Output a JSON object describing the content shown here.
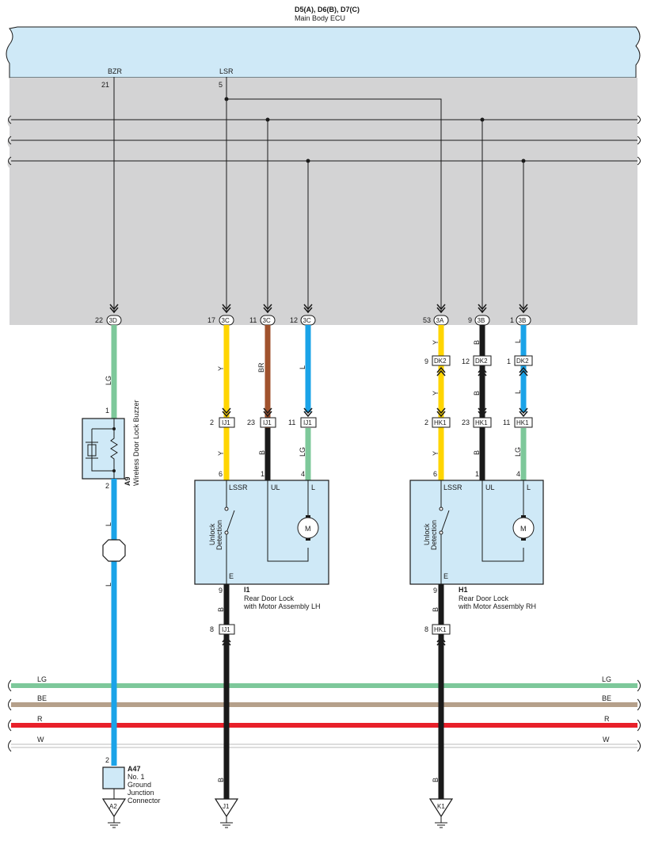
{
  "ecu": {
    "title": "D5(A), D6(B), D7(C)",
    "subtitle": "Main Body ECU",
    "pins": [
      {
        "name": "BZR",
        "num": "21"
      },
      {
        "name": "LSR",
        "num": "5"
      }
    ]
  },
  "connectors_top": [
    {
      "pin": "22",
      "conn": "3D"
    },
    {
      "pin": "17",
      "conn": "3C"
    },
    {
      "pin": "11",
      "conn": "3C"
    },
    {
      "pin": "12",
      "conn": "3C"
    },
    {
      "pin": "53",
      "conn": "3A"
    },
    {
      "pin": "9",
      "conn": "3B"
    },
    {
      "pin": "1",
      "conn": "3B"
    }
  ],
  "wire_colors": {
    "lg": "LG",
    "y": "Y",
    "br": "BR",
    "l": "L",
    "b": "B"
  },
  "colors": {
    "ecu_fill": "#cfe9f7",
    "body_fill": "#d3d3d4",
    "wire_lg": "#7dc89a",
    "wire_y": "#ffd500",
    "wire_br": "#a0522d",
    "wire_l": "#1aa3e8",
    "wire_b": "#1a1a1a",
    "wire_be": "#b5a08a",
    "wire_r": "#e8202a",
    "box_fill": "#cfe9f7"
  },
  "buzzer": {
    "code": "A9",
    "name": "Wireless Door Lock Buzzer",
    "pin_top": "1",
    "pin_bottom": "2"
  },
  "dk2": [
    {
      "pin": "9",
      "conn": "DK2"
    },
    {
      "pin": "12",
      "conn": "DK2"
    },
    {
      "pin": "1",
      "conn": "DK2"
    }
  ],
  "ij1_top": [
    {
      "pin": "2",
      "conn": "IJ1"
    },
    {
      "pin": "23",
      "conn": "IJ1"
    },
    {
      "pin": "11",
      "conn": "IJ1"
    }
  ],
  "hk1_top": [
    {
      "pin": "2",
      "conn": "HK1"
    },
    {
      "pin": "23",
      "conn": "HK1"
    },
    {
      "pin": "11",
      "conn": "HK1"
    }
  ],
  "lock_lh": {
    "code": "I1",
    "name_line1": "Rear Door Lock",
    "name_line2": "with Motor Assembly LH",
    "pin_lssr": "6",
    "pin_ul": "1",
    "pin_l": "4",
    "pin_e": "9",
    "lbl_lssr": "LSSR",
    "lbl_ul": "UL",
    "lbl_l": "L",
    "lbl_e": "E",
    "detect_line1": "Unlock",
    "detect_line2": "Detection",
    "motor": "M"
  },
  "lock_rh": {
    "code": "H1",
    "name_line1": "Rear Door Lock",
    "name_line2": "with Motor Assembly RH",
    "pin_lssr": "6",
    "pin_ul": "1",
    "pin_l": "4",
    "pin_e": "9",
    "lbl_lssr": "LSSR",
    "lbl_ul": "UL",
    "lbl_l": "L",
    "lbl_e": "E",
    "detect_line1": "Unlock",
    "detect_line2": "Detection",
    "motor": "M"
  },
  "ij1_bottom": {
    "pin": "8",
    "conn": "IJ1"
  },
  "hk1_bottom": {
    "pin": "8",
    "conn": "HK1"
  },
  "bus": [
    {
      "label": "LG"
    },
    {
      "label": "BE"
    },
    {
      "label": "R"
    },
    {
      "label": "W"
    }
  ],
  "junction": {
    "code": "A47",
    "line1": "No. 1",
    "line2": "Ground",
    "line3": "Junction",
    "line4": "Connector",
    "pin": "2"
  },
  "grounds": [
    "A2",
    "J1",
    "K1"
  ]
}
